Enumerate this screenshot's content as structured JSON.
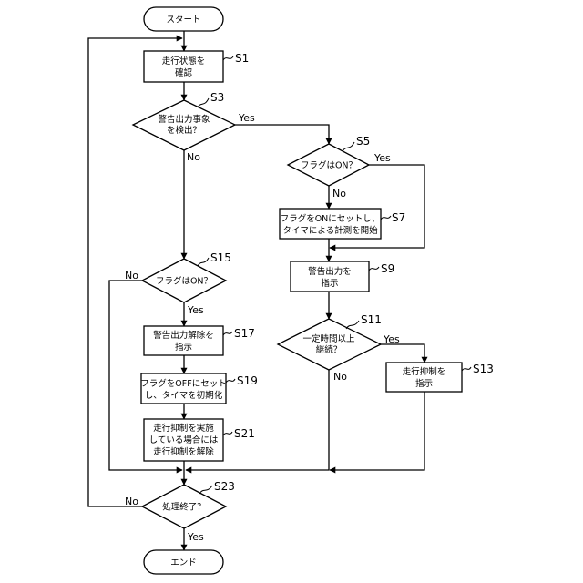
{
  "nodes": {
    "start": {
      "lines": [
        "スタート"
      ]
    },
    "s1": {
      "step": "S1",
      "lines": [
        "走行状態を",
        "確認"
      ]
    },
    "s3": {
      "step": "S3",
      "lines": [
        "警告出力事象",
        "を検出？"
      ]
    },
    "s5": {
      "step": "S5",
      "lines": [
        "フラグはON？"
      ]
    },
    "s7": {
      "step": "S7",
      "lines": [
        "フラグをONにセットし、",
        "タイマによる計測を開始"
      ]
    },
    "s9": {
      "step": "S9",
      "lines": [
        "警告出力を",
        "指示"
      ]
    },
    "s11": {
      "step": "S11",
      "lines": [
        "一定時間以上",
        "継続？"
      ]
    },
    "s13": {
      "step": "S13",
      "lines": [
        "走行抑制を",
        "指示"
      ]
    },
    "s15": {
      "step": "S15",
      "lines": [
        "フラグはON？"
      ]
    },
    "s17": {
      "step": "S17",
      "lines": [
        "警告出力解除を",
        "指示"
      ]
    },
    "s19": {
      "step": "S19",
      "lines": [
        "フラグをOFFにセット",
        "し、タイマを初期化"
      ]
    },
    "s21": {
      "step": "S21",
      "lines": [
        "走行抑制を実施",
        "している場合には",
        "走行抑制を解除"
      ]
    },
    "s23": {
      "step": "S23",
      "lines": [
        "処理終了？"
      ]
    },
    "end": {
      "lines": [
        "エンド"
      ]
    }
  },
  "branches": {
    "s3_yes": "Yes",
    "s3_no": "No",
    "s5_yes": "Yes",
    "s5_no": "No",
    "s11_yes": "Yes",
    "s11_no": "No",
    "s15_yes": "Yes",
    "s15_no": "No",
    "s23_yes": "Yes",
    "s23_no": "No"
  }
}
